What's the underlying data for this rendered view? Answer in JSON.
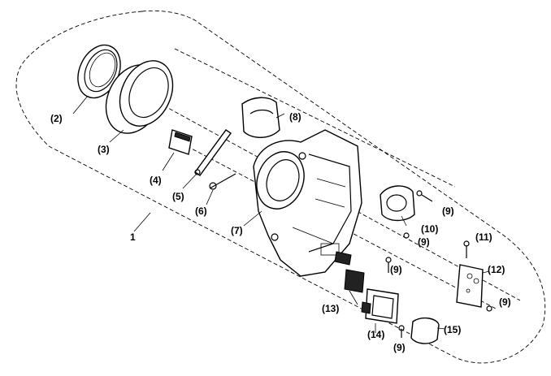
{
  "labels": {
    "assembly": "1",
    "p2": "(2)",
    "p3": "(3)",
    "p4": "(4)",
    "p5": "(5)",
    "p6": "(6)",
    "p7": "(7)",
    "p8": "(8)",
    "p9a": "(9)",
    "p9b": "(9)",
    "p9c": "(9)",
    "p9d": "(9)",
    "p9e": "(9)",
    "p10": "(10)",
    "p11": "(11)",
    "p12": "(12)",
    "p13": "(13)",
    "p14": "(14)",
    "p15": "(15)"
  }
}
